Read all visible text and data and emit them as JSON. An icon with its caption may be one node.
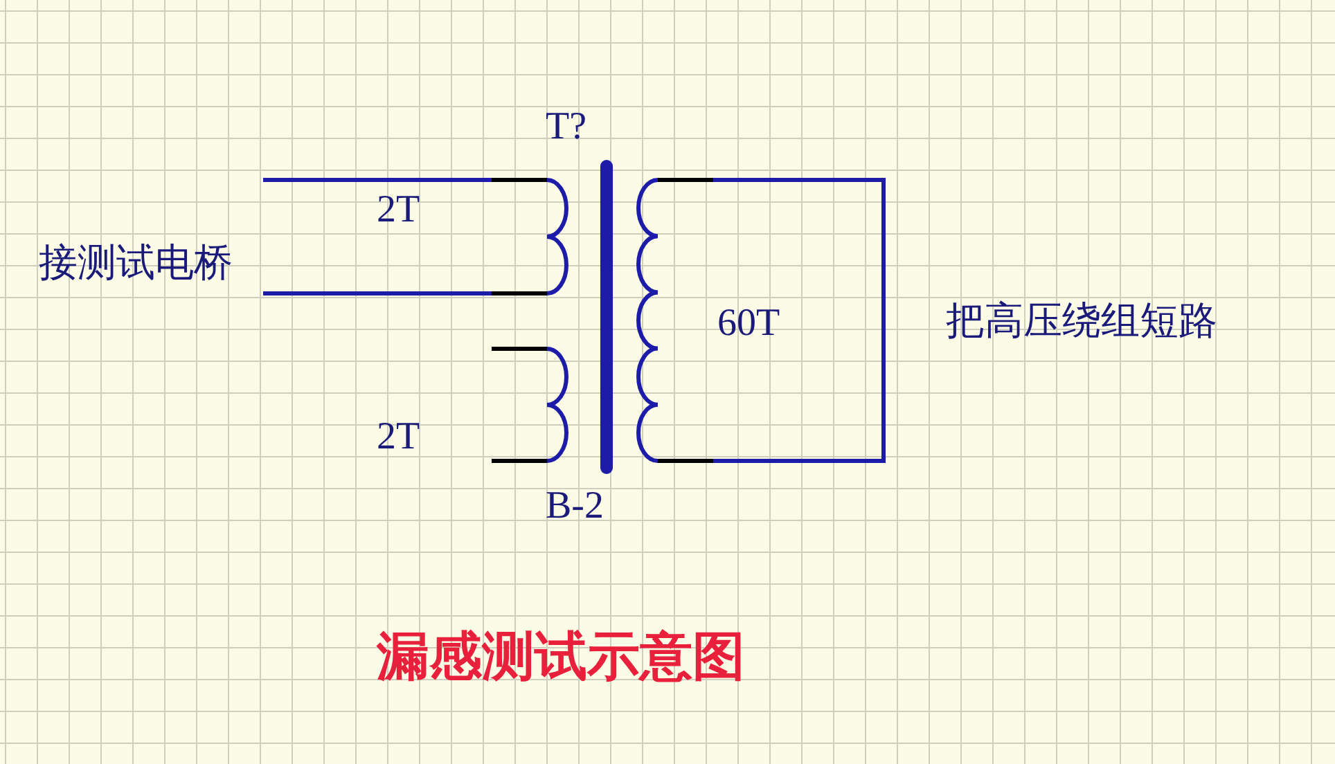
{
  "diagram": {
    "title": "漏感测试示意图",
    "labels": [
      "T?",
      "2T",
      "接测试电桥",
      "60T",
      "把高压绕组短路",
      "2T",
      "B-2"
    ]
  }
}
